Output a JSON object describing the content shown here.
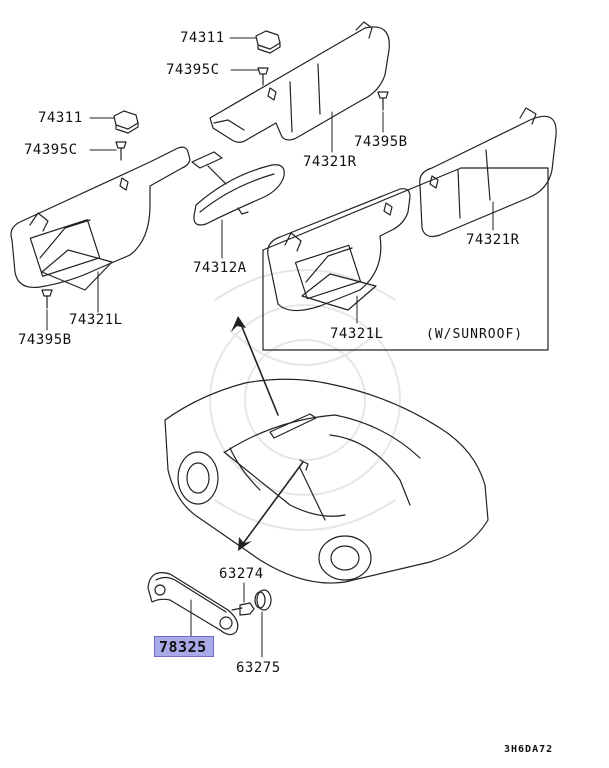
{
  "diagram": {
    "highlight_color": "#a9a9e8",
    "parts": [
      {
        "key": "p74311_top",
        "number": "74311"
      },
      {
        "key": "p74395C_top",
        "number": "74395C"
      },
      {
        "key": "p74311_left",
        "number": "74311"
      },
      {
        "key": "p74395C_left",
        "number": "74395C"
      },
      {
        "key": "p74321R",
        "number": "74321R"
      },
      {
        "key": "p74395B_right",
        "number": "74395B"
      },
      {
        "key": "p74312A",
        "number": "74312A"
      },
      {
        "key": "p74321R_sunroof",
        "number": "74321R"
      },
      {
        "key": "p74321L_left",
        "number": "74321L"
      },
      {
        "key": "p74395B_left",
        "number": "74395B"
      },
      {
        "key": "p74321L_sunroof",
        "number": "74321L"
      },
      {
        "key": "p63274",
        "number": "63274"
      },
      {
        "key": "p78325",
        "number": "78325",
        "highlighted": true
      },
      {
        "key": "p63275",
        "number": "63275"
      }
    ],
    "sunroof_note": "(W/SUNROOF)",
    "reference_code": "3H6DA72"
  }
}
